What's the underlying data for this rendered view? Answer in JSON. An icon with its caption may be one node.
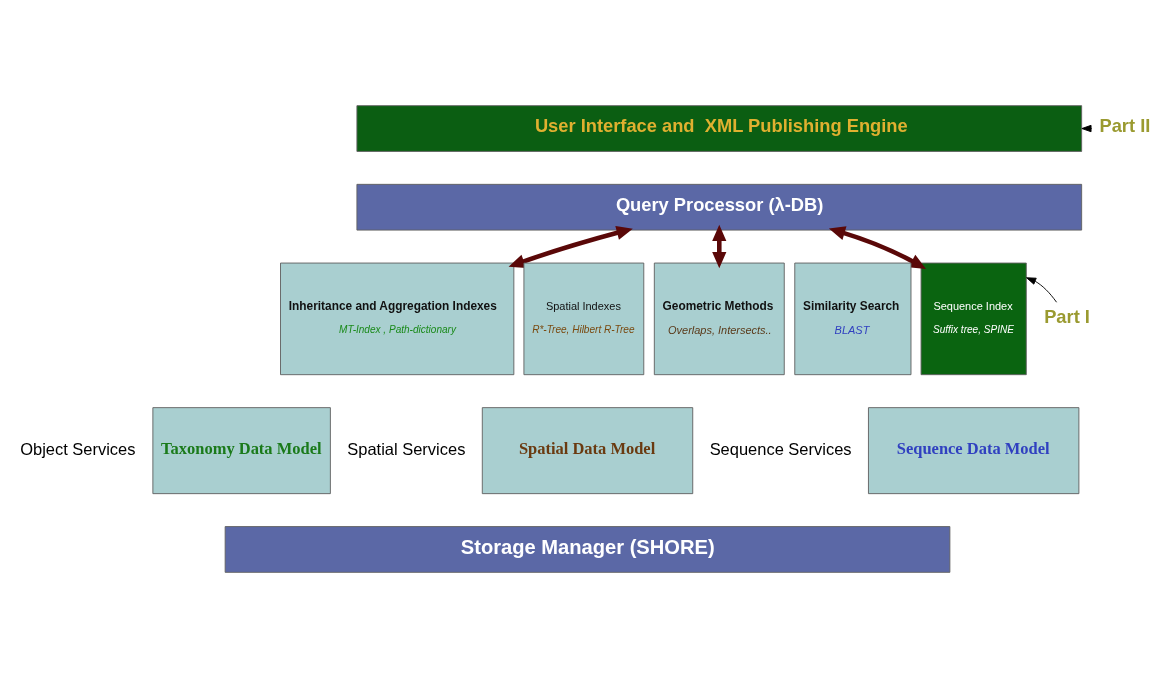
{
  "diagram": {
    "nodes": [
      {
        "text": [
          "User Interface and  XML Publishing Engine"
        ]
      },
      {
        "text": [
          "Query Processor (λ-DB)"
        ]
      },
      {
        "text": [
          "Inheritance and Aggregation Indexes",
          "MT-Index , Path-dictionary"
        ]
      },
      {
        "text": [
          "Taxonomy Data Model"
        ]
      },
      {
        "text": [
          "Spatial Indexes",
          "R*-Tree, Hilbert R-Tree"
        ]
      },
      {
        "text": [
          "Geometric Methods",
          "Overlaps, Intersects.."
        ]
      },
      {
        "text": [
          "Spatial Data Model"
        ]
      },
      {
        "text": [
          "Similarity Search",
          "BLAST"
        ]
      },
      {
        "text": [
          "Sequence Index",
          "Suffix tree, SPINE"
        ]
      },
      {
        "text": [
          "Sequence Data Model"
        ]
      },
      {
        "text": [
          "Storage Manager (SHORE)"
        ]
      },
      {
        "text": [
          "Part II"
        ]
      },
      {
        "text": [
          "Part I"
        ]
      }
    ],
    "edges": [
      {
        "from": 1,
        "to": 2,
        "arrow": "both"
      },
      {
        "from": 1,
        "to": 5,
        "arrow": "both"
      },
      {
        "from": 1,
        "to": 8,
        "arrow": "both"
      },
      {
        "from": 11,
        "to": 0,
        "arrow": "to",
        "color": "#000000"
      },
      {
        "from": 12,
        "to": 8,
        "arrow": "to",
        "color": "#000000"
      }
    ],
    "labels": [
      "Object Services",
      "Spatial Services",
      "Sequence Services"
    ]
  }
}
